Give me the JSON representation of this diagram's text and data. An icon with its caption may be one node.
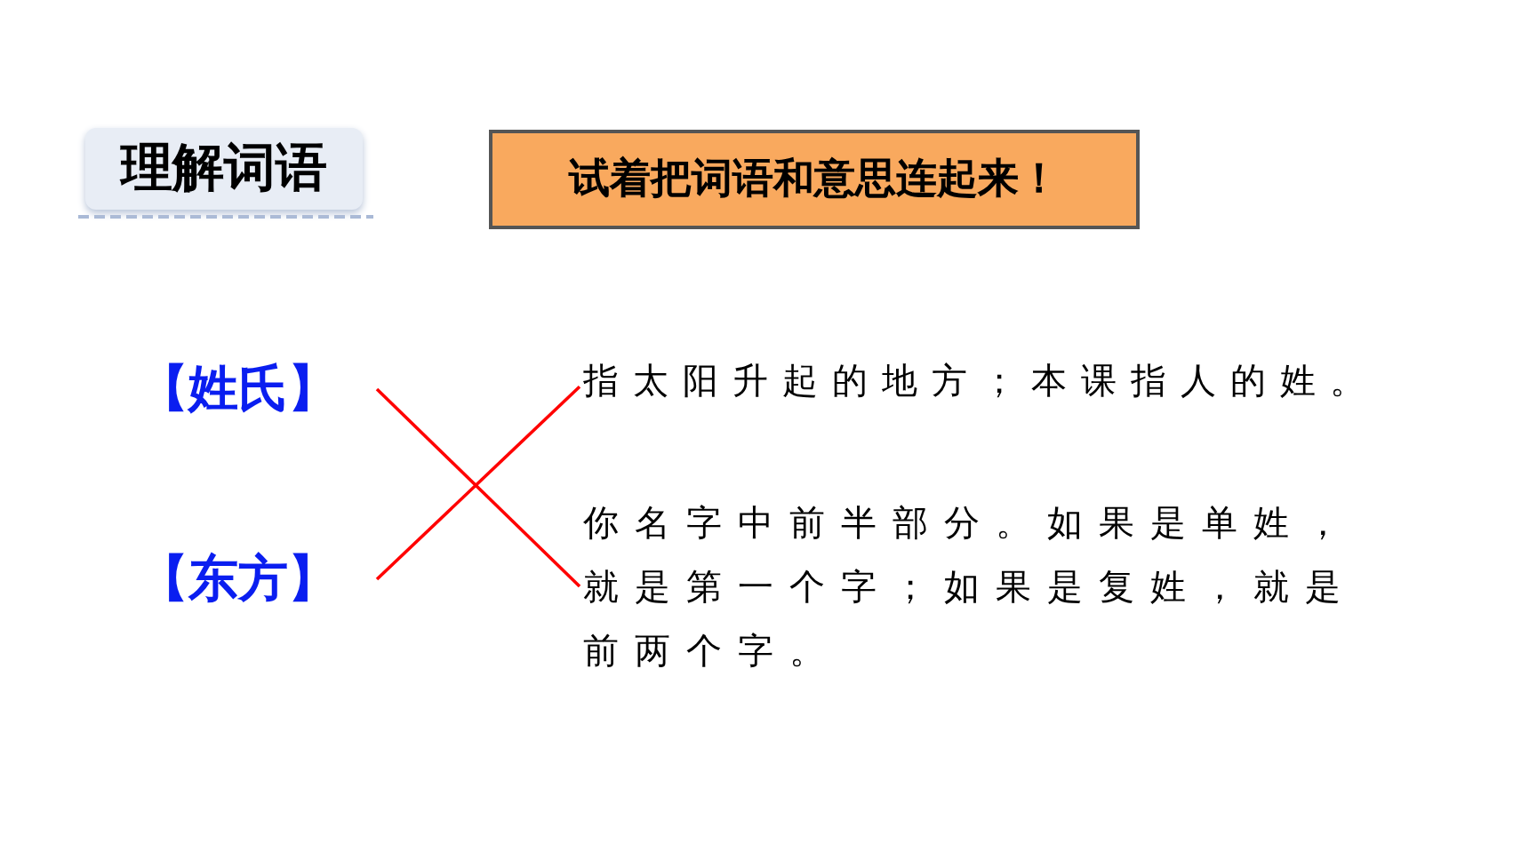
{
  "diagram": {
    "nodes": [
      {
        "text": [
          "理解词语"
        ]
      },
      {
        "text": [
          "试着把词语和意思连起来！"
        ]
      },
      {
        "text": [
          "【姓氏】"
        ]
      },
      {
        "text": [
          "【东方】"
        ]
      },
      {
        "text": [
          "指太阳升起的地方；本课指人的姓。"
        ]
      },
      {
        "text": [
          "你名字中前半部分。如果是单姓，就是第一个字；如果是复姓，就是前两个字。"
        ]
      }
    ],
    "edges": [
      {
        "from": 2,
        "to": 5,
        "arrow": "none"
      },
      {
        "from": 3,
        "to": 4,
        "arrow": "none"
      }
    ]
  }
}
